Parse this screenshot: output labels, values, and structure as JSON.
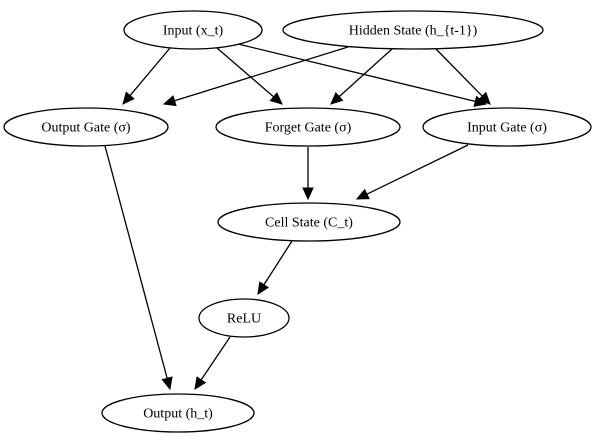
{
  "diagram": {
    "nodes": [
      {
        "id": "input",
        "label": "Input (x_t)"
      },
      {
        "id": "hidden",
        "label": "Hidden State (h_{t-1})"
      },
      {
        "id": "output_gate",
        "label": "Output Gate (σ)"
      },
      {
        "id": "forget_gate",
        "label": "Forget Gate (σ)"
      },
      {
        "id": "input_gate",
        "label": "Input Gate (σ)"
      },
      {
        "id": "cell_state",
        "label": "Cell State (C_t)"
      },
      {
        "id": "relu",
        "label": "ReLU"
      },
      {
        "id": "output",
        "label": "Output (h_t)"
      }
    ],
    "edges": [
      {
        "from": "input",
        "to": "output_gate"
      },
      {
        "from": "input",
        "to": "forget_gate"
      },
      {
        "from": "input",
        "to": "input_gate"
      },
      {
        "from": "hidden",
        "to": "output_gate"
      },
      {
        "from": "hidden",
        "to": "forget_gate"
      },
      {
        "from": "hidden",
        "to": "input_gate"
      },
      {
        "from": "forget_gate",
        "to": "cell_state"
      },
      {
        "from": "input_gate",
        "to": "cell_state"
      },
      {
        "from": "cell_state",
        "to": "relu"
      },
      {
        "from": "output_gate",
        "to": "output"
      },
      {
        "from": "relu",
        "to": "output"
      }
    ]
  }
}
